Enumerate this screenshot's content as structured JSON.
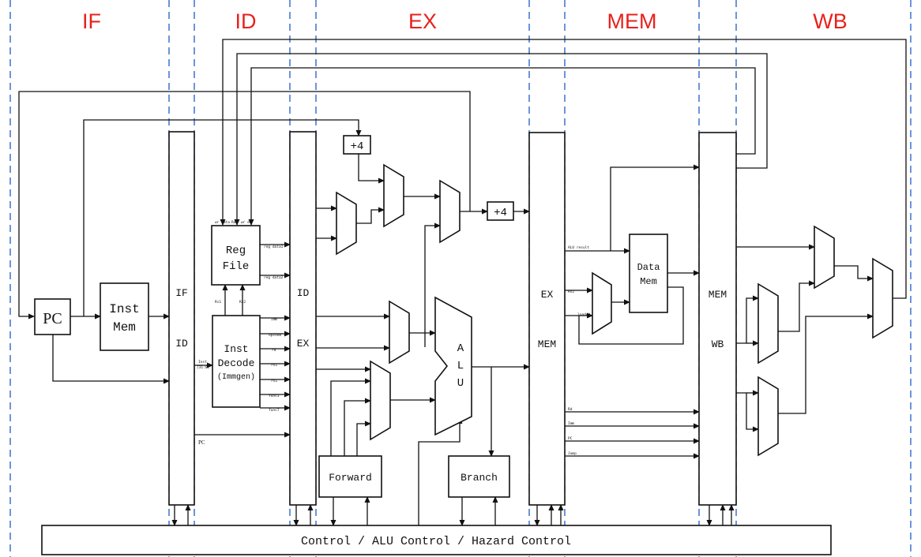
{
  "colors": {
    "stage_title": "#e8211c",
    "guide_line": "#2f67c7",
    "wire": "#111111"
  },
  "stages": [
    "IF",
    "ID",
    "EX",
    "MEM",
    "WB"
  ],
  "blocks": {
    "pc": "PC",
    "inst_mem": [
      "Inst",
      "Mem"
    ],
    "reg_file": [
      "Reg",
      "File"
    ],
    "inst_decode": [
      "Inst",
      "Decode",
      "(Immgen)"
    ],
    "alu": [
      "A",
      "L",
      "U"
    ],
    "forward": "Forward",
    "branch": "Branch",
    "data_mem": [
      "Data",
      "Mem"
    ],
    "plus4_ex": "+4",
    "plus4_mem": "+4",
    "control": "Control / ALU Control / Hazard Control"
  },
  "pipeline_registers": {
    "if_id": [
      "IF",
      "ID"
    ],
    "id_ex": [
      "ID",
      "EX"
    ],
    "ex_mem": [
      "EX",
      "MEM"
    ],
    "mem_wb": [
      "MEM",
      "WB"
    ]
  },
  "signals": {
    "reg_file_inputs": [
      "wr data",
      "Rd",
      "wr en"
    ],
    "reg_file_outputs": [
      "reg data1",
      "reg data2"
    ],
    "decode_inputs": [
      "Rs1",
      "Rs2"
    ],
    "decode_outputs": [
      "Imm",
      "opcode",
      "rd",
      "rs1",
      "rs2",
      "func3",
      "func7"
    ],
    "decode_input_inst": [
      "Inst",
      "[31:0]"
    ],
    "pc_label": "PC",
    "ex_mem_outputs": [
      "ALU result",
      "Rs2",
      "loaded"
    ],
    "ex_mem_bottom": [
      "Rd",
      "Imm",
      "PC",
      "Jump"
    ]
  }
}
